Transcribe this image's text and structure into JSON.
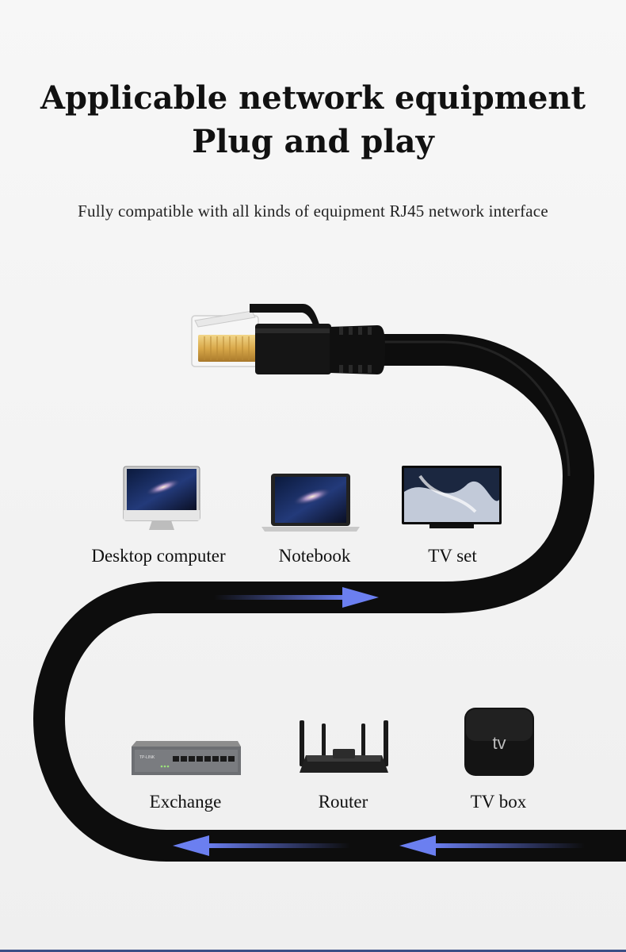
{
  "header": {
    "title_line1": "Applicable network equipment",
    "title_line2": "Plug and play",
    "subtitle": "Fully compatible with all kinds of equipment RJ45 network interface"
  },
  "devices_top": [
    {
      "label": "Desktop computer",
      "icon": "desktop-computer-icon"
    },
    {
      "label": "Notebook",
      "icon": "notebook-icon"
    },
    {
      "label": "TV set",
      "icon": "tv-set-icon"
    }
  ],
  "devices_bottom": [
    {
      "label": "Exchange",
      "icon": "switch-icon"
    },
    {
      "label": "Router",
      "icon": "router-icon"
    },
    {
      "label": "TV box",
      "icon": "tv-box-icon"
    }
  ],
  "logos": {
    "tv_box_mark": "tv",
    "switch_brand": "TP-LINK"
  },
  "colors": {
    "cable": "#0d0d0d",
    "arrow": "#5b6fe0",
    "connector_gold": "#d9a94a",
    "accent_rule": "#3b4f86"
  }
}
